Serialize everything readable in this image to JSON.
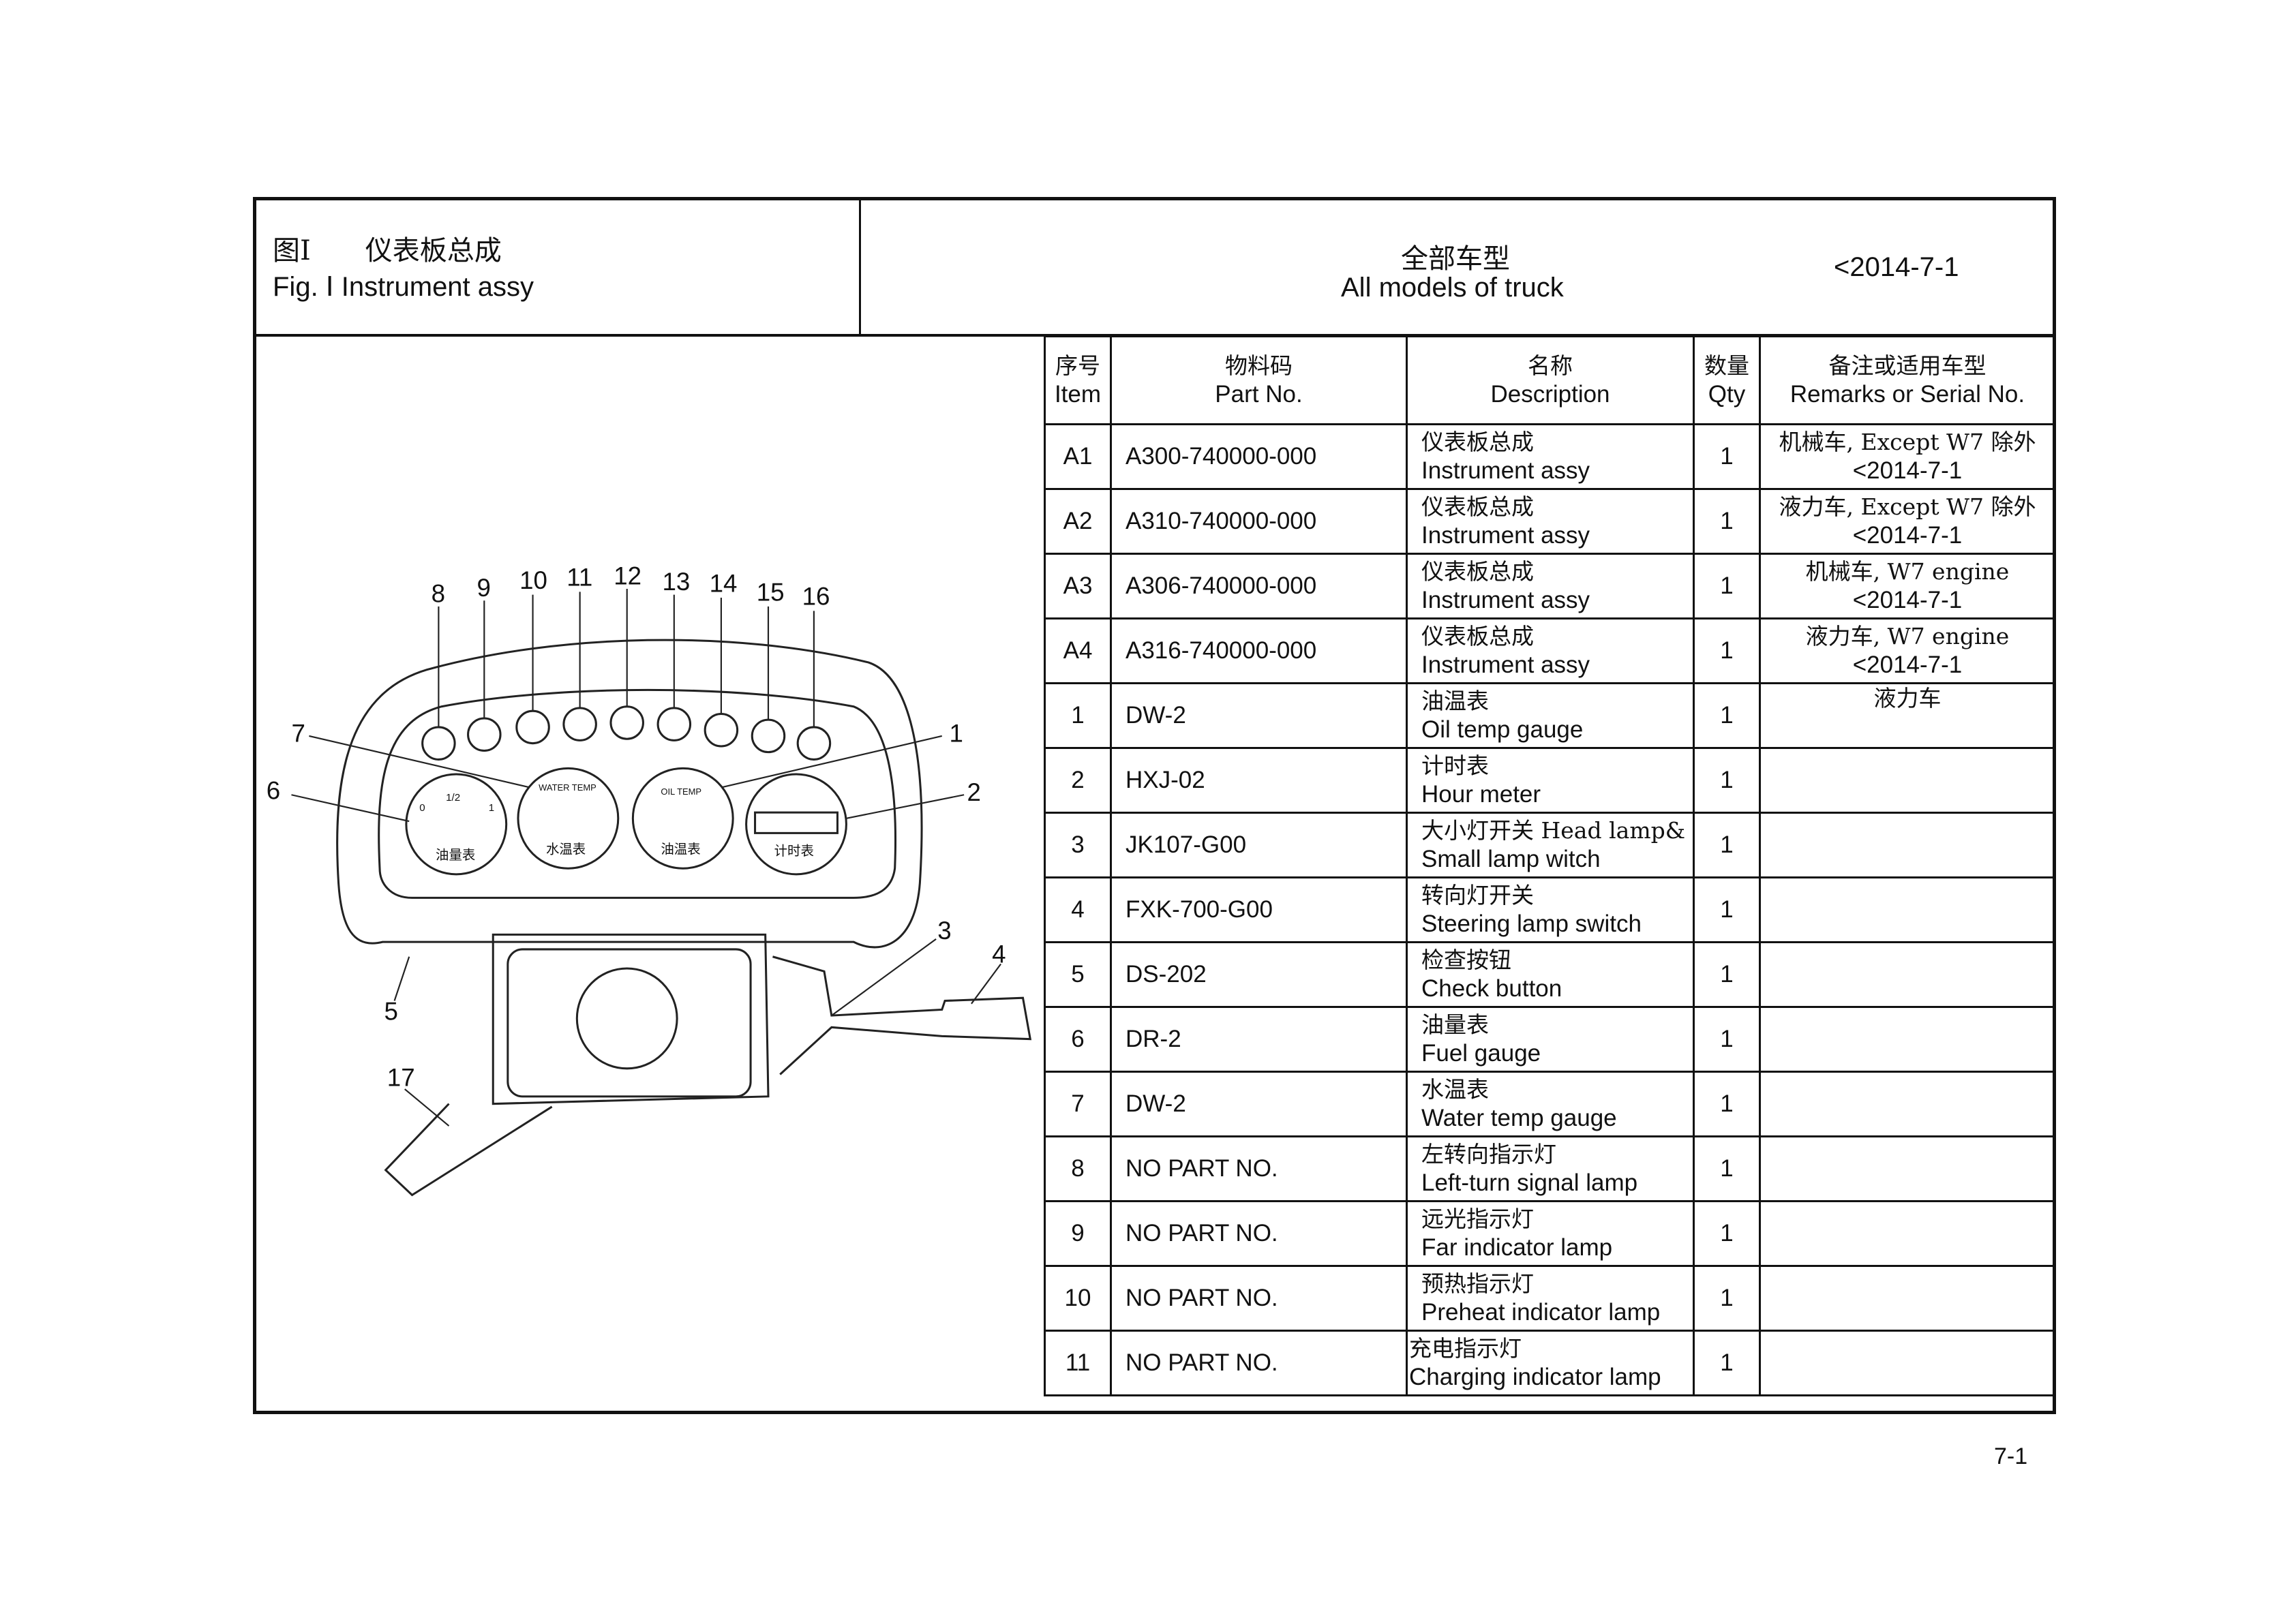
{
  "header": {
    "fig_cn": "图Ⅰ　　仪表板总成",
    "fig_en": "Fig. Ⅰ  Instrument assy",
    "models_cn": "全部车型",
    "models_en": "All models of truck",
    "date": "<2014-7-1"
  },
  "table": {
    "columns": [
      {
        "cn": "序号",
        "en": "Item"
      },
      {
        "cn": "物料码",
        "en": "Part No."
      },
      {
        "cn": "名称",
        "en": "Description"
      },
      {
        "cn": "数量",
        "en": "Qty"
      },
      {
        "cn": "备注或适用车型",
        "en": "Remarks or Serial No."
      }
    ],
    "rows": [
      {
        "item": "A1",
        "part": "A300-740000-000",
        "desc_cn": "仪表板总成",
        "desc_en": "Instrument assy",
        "qty": "1",
        "rem1": "机械车, Except W7 除外",
        "rem2": "<2014-7-1"
      },
      {
        "item": "A2",
        "part": "A310-740000-000",
        "desc_cn": "仪表板总成",
        "desc_en": "Instrument assy",
        "qty": "1",
        "rem1": "液力车, Except W7 除外",
        "rem2": "<2014-7-1"
      },
      {
        "item": "A3",
        "part": "A306-740000-000",
        "desc_cn": "仪表板总成",
        "desc_en": "Instrument assy",
        "qty": "1",
        "rem1": "机械车, W7 engine",
        "rem2": "<2014-7-1"
      },
      {
        "item": "A4",
        "part": "A316-740000-000",
        "desc_cn": "仪表板总成",
        "desc_en": "Instrument assy",
        "qty": "1",
        "rem1": "液力车, W7 engine",
        "rem2": "<2014-7-1"
      },
      {
        "item": "1",
        "part": "DW-2",
        "desc_cn": "油温表",
        "desc_en": "Oil temp gauge",
        "qty": "1",
        "rem1": "液力车",
        "rem2": ""
      },
      {
        "item": "2",
        "part": "HXJ-02",
        "desc_cn": "计时表",
        "desc_en": "Hour meter",
        "qty": "1",
        "rem1": "",
        "rem2": ""
      },
      {
        "item": "3",
        "part": "JK107-G00",
        "desc_cn": "大小灯开关  Head lamp&",
        "desc_en": "Small lamp witch",
        "qty": "1",
        "rem1": "",
        "rem2": ""
      },
      {
        "item": "4",
        "part": "FXK-700-G00",
        "desc_cn": "转向灯开关",
        "desc_en": "Steering lamp switch",
        "qty": "1",
        "rem1": "",
        "rem2": ""
      },
      {
        "item": "5",
        "part": "DS-202",
        "desc_cn": "检查按钮",
        "desc_en": "Check button",
        "qty": "1",
        "rem1": "",
        "rem2": ""
      },
      {
        "item": "6",
        "part": "DR-2",
        "desc_cn": "油量表",
        "desc_en": "Fuel gauge",
        "qty": "1",
        "rem1": "",
        "rem2": ""
      },
      {
        "item": "7",
        "part": "DW-2",
        "desc_cn": "水温表",
        "desc_en": "Water temp gauge",
        "qty": "1",
        "rem1": "",
        "rem2": ""
      },
      {
        "item": "8",
        "part": "NO PART NO.",
        "desc_cn": "左转向指示灯",
        "desc_en": "Left-turn signal lamp",
        "qty": "1",
        "rem1": "",
        "rem2": ""
      },
      {
        "item": "9",
        "part": "NO PART NO.",
        "desc_cn": "远光指示灯",
        "desc_en": "Far indicator lamp",
        "qty": "1",
        "rem1": "",
        "rem2": ""
      },
      {
        "item": "10",
        "part": "NO PART NO.",
        "desc_cn": "预热指示灯",
        "desc_en": "Preheat indicator lamp",
        "qty": "1",
        "rem1": "",
        "rem2": ""
      },
      {
        "item": "11",
        "part": "NO PART NO.",
        "desc_cn": "充电指示灯",
        "desc_en": "Charging indicator lamp",
        "qty": "1",
        "rem1": "",
        "rem2": ""
      }
    ]
  },
  "diagram": {
    "callouts": [
      "8",
      "9",
      "10",
      "11",
      "12",
      "13",
      "14",
      "15",
      "16",
      "7",
      "1",
      "6",
      "2",
      "3",
      "4",
      "5",
      "17"
    ],
    "gauge_labels": [
      "油量表",
      "水温表",
      "油温表",
      "计时表"
    ],
    "gauge_marks": [
      "1/2",
      "0",
      "1",
      "WATER TEMP",
      "OIL TEMP"
    ]
  },
  "footer": {
    "page": "7-1"
  }
}
